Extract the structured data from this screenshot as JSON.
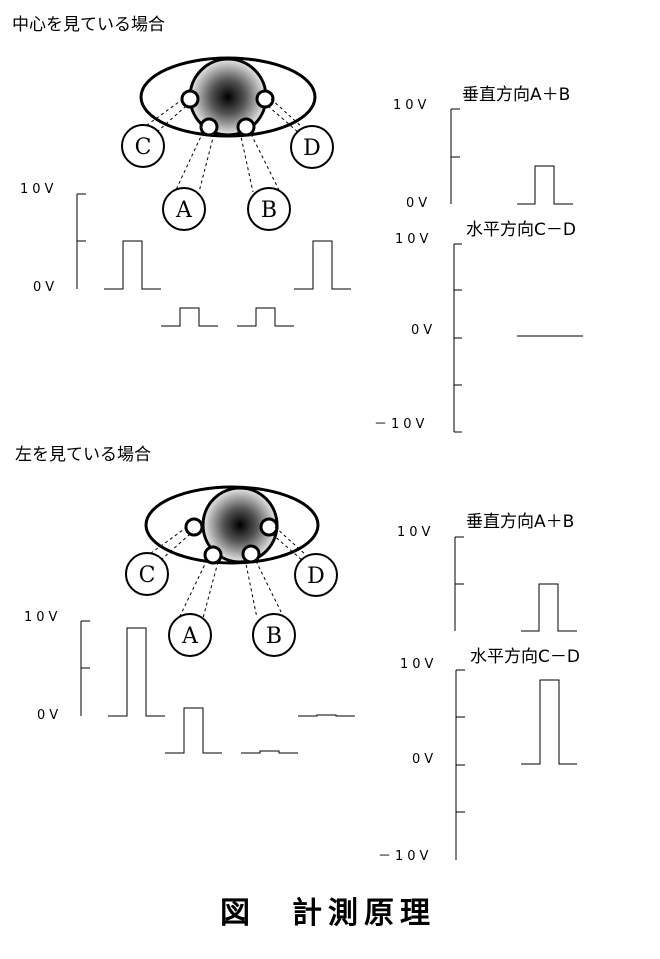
{
  "section_center": {
    "title": "中心を見ている場合",
    "sensors": {
      "a": "A",
      "b": "B",
      "c": "C",
      "d": "D"
    },
    "left_axis": {
      "top": "10V",
      "zero": "0V"
    },
    "vertical": {
      "title": "垂直方向A＋B",
      "top": "10V",
      "zero": "0V"
    },
    "horizontal": {
      "title": "水平方向C－D",
      "top": "10V",
      "zero": "0V",
      "bottom": "－10V"
    }
  },
  "section_left": {
    "title": "左を見ている場合",
    "sensors": {
      "a": "A",
      "b": "B",
      "c": "C",
      "d": "D"
    },
    "left_axis": {
      "top": "10V",
      "zero": "0V"
    },
    "vertical": {
      "title": "垂直方向A＋B",
      "top": "10V"
    },
    "horizontal": {
      "title": "水平方向C－D",
      "top": "10V",
      "zero": "0V",
      "bottom": "－10V"
    }
  },
  "caption": "図　計測原理"
}
